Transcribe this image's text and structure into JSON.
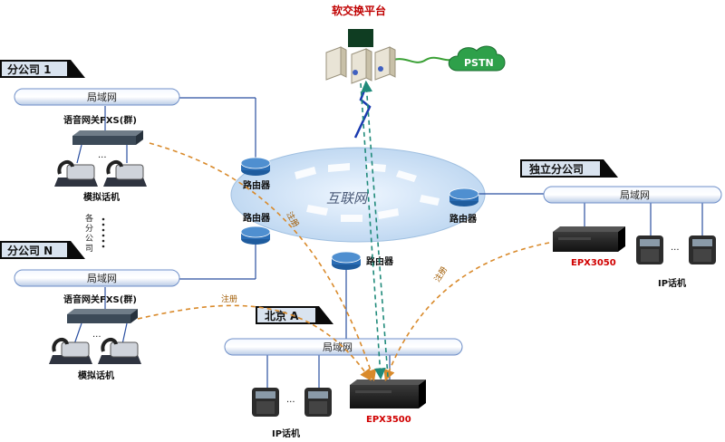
{
  "softswitch": {
    "title": "软交换平台"
  },
  "pstn": {
    "label": "PSTN"
  },
  "internet": {
    "label": "互联网"
  },
  "routers": {
    "label": "路由器"
  },
  "lan": {
    "label": "局域网"
  },
  "branches": {
    "b1": {
      "tag": "分公司 1",
      "gateway": "语音网关FXS(群)",
      "phones": "模拟话机"
    },
    "bn": {
      "tag": "分公司 N",
      "gateway": "语音网关FXS(群)",
      "phones": "模拟话机"
    },
    "beijing": {
      "tag": "北京 A",
      "device": "EPX3500",
      "phones": "IP话机"
    },
    "indep": {
      "tag": "独立分公司",
      "device": "EPX3050",
      "phones": "IP话机"
    }
  },
  "misc": {
    "others": [
      "各",
      "分",
      "公",
      "司"
    ],
    "register": "注册",
    "ellipsis": "..."
  },
  "colors": {
    "lan_pipe": "#dbe6f7",
    "cloud": "#cfe3f7",
    "register_arrow": "#d98a2b",
    "softswitch_arrow": "#1f8a7a",
    "device_label": "#d00000"
  }
}
